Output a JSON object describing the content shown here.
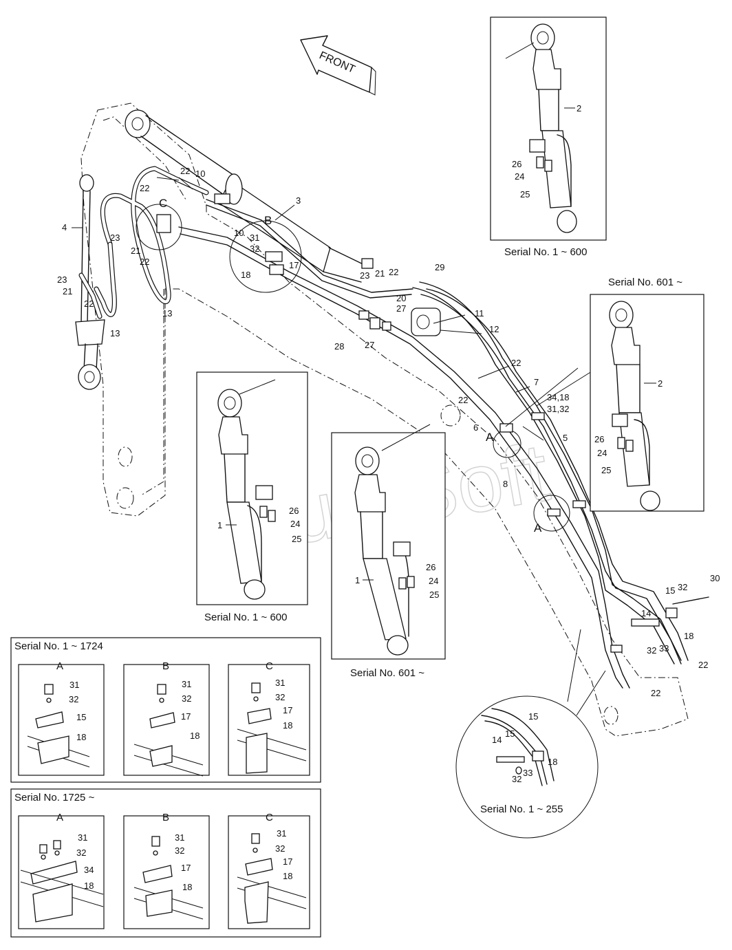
{
  "diagram": {
    "front_label": "FRONT",
    "watermark": "AutoSoft",
    "view_letters": {
      "B": "B",
      "C": "C",
      "A1": "A",
      "A2": "A"
    },
    "main_labels": [
      {
        "t": "3"
      },
      {
        "t": "4"
      },
      {
        "t": "22"
      },
      {
        "t": "10"
      },
      {
        "t": "22"
      },
      {
        "t": "C"
      },
      {
        "t": "23"
      },
      {
        "t": "21"
      },
      {
        "t": "22"
      },
      {
        "t": "23"
      },
      {
        "t": "21"
      },
      {
        "t": "22"
      },
      {
        "t": "13"
      },
      {
        "t": "13"
      },
      {
        "t": "10"
      },
      {
        "t": "31"
      },
      {
        "t": "32"
      },
      {
        "t": "18"
      },
      {
        "t": "17"
      },
      {
        "t": "29"
      },
      {
        "t": "23"
      },
      {
        "t": "21"
      },
      {
        "t": "22"
      },
      {
        "t": "20"
      },
      {
        "t": "27"
      },
      {
        "t": "11"
      },
      {
        "t": "12"
      },
      {
        "t": "28"
      },
      {
        "t": "27"
      },
      {
        "t": "22"
      },
      {
        "t": "7"
      },
      {
        "t": "34,18"
      },
      {
        "t": "31,32"
      },
      {
        "t": "5"
      },
      {
        "t": "22"
      },
      {
        "t": "6"
      },
      {
        "t": "8"
      },
      {
        "t": "30"
      },
      {
        "t": "15"
      },
      {
        "t": "32"
      },
      {
        "t": "14"
      },
      {
        "t": "18"
      },
      {
        "t": "32"
      },
      {
        "t": "33"
      },
      {
        "t": "22"
      },
      {
        "t": "22"
      }
    ],
    "insets": [
      {
        "caption": "Serial No. 1 ~ 600",
        "labels": [
          "2",
          "26",
          "24",
          "25"
        ]
      },
      {
        "caption": "Serial No. 601 ~",
        "labels": [
          "2",
          "26",
          "24",
          "25"
        ]
      },
      {
        "caption": "Serial No. 1 ~ 600",
        "labels": [
          "1",
          "26",
          "24",
          "25"
        ]
      },
      {
        "caption": "Serial No. 601 ~",
        "labels": [
          "1",
          "26",
          "24",
          "25"
        ]
      },
      {
        "caption": "Serial No. 1 ~ 255",
        "labels": [
          "15",
          "15",
          "14",
          "18",
          "32",
          "33"
        ]
      }
    ],
    "clamp_panels": [
      {
        "title": "Serial No. 1 ~ 1724",
        "views": [
          {
            "letter": "A",
            "labels": [
              "31",
              "32",
              "15",
              "18"
            ]
          },
          {
            "letter": "B",
            "labels": [
              "31",
              "32",
              "17",
              "18"
            ]
          },
          {
            "letter": "C",
            "labels": [
              "31",
              "32",
              "17",
              "18"
            ]
          }
        ]
      },
      {
        "title": "Serial No. 1725 ~",
        "views": [
          {
            "letter": "A",
            "labels": [
              "31",
              "32",
              "34",
              "18"
            ]
          },
          {
            "letter": "B",
            "labels": [
              "31",
              "32",
              "17",
              "18"
            ]
          },
          {
            "letter": "C",
            "labels": [
              "31",
              "32",
              "17",
              "18"
            ]
          }
        ]
      }
    ]
  }
}
